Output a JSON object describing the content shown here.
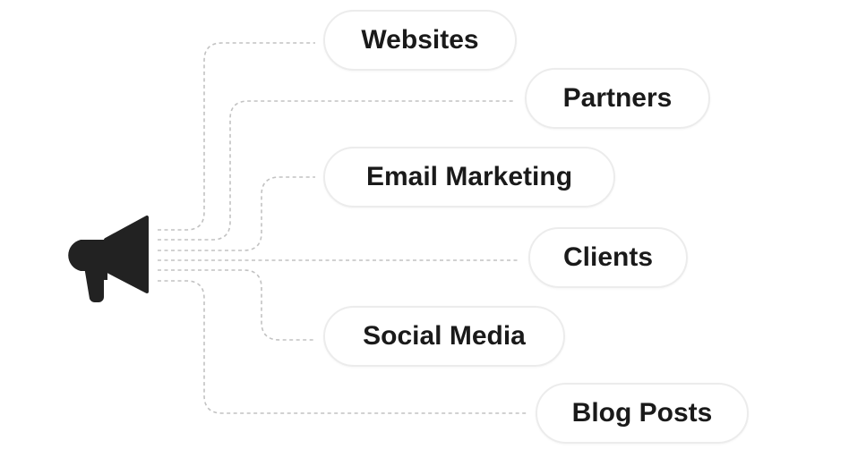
{
  "channels": [
    {
      "label": "Websites"
    },
    {
      "label": "Partners"
    },
    {
      "label": "Email Marketing"
    },
    {
      "label": "Clients"
    },
    {
      "label": "Social Media"
    },
    {
      "label": "Blog Posts"
    }
  ],
  "icon": "megaphone-icon",
  "colors": {
    "icon": "#222222",
    "connector": "#c2c2c2",
    "pill_border": "#ececec",
    "text": "#1a1a1a"
  }
}
